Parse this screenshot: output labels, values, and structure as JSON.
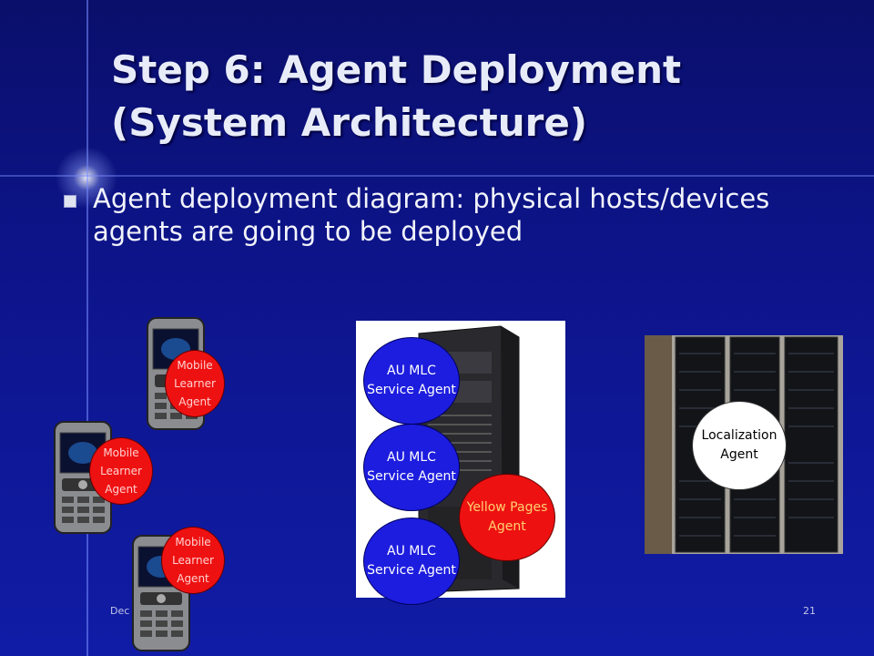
{
  "slide": {
    "title_line1": "Step 6: Agent Deployment",
    "title_line2": "(System Architecture)",
    "bullet": "Agent deployment diagram: physical hosts/devices agents are going to be deployed",
    "footer_date": "Dec",
    "page_number": "21"
  },
  "diagram": {
    "mobile_agents": [
      {
        "label": "Mobile Learner Agent"
      },
      {
        "label": "Mobile Learner Agent"
      },
      {
        "label": "Mobile Learner Agent"
      }
    ],
    "service_agents": [
      {
        "label": "AU MLC Service Agent"
      },
      {
        "label": "AU MLC Service Agent"
      },
      {
        "label": "AU MLC Service Agent"
      }
    ],
    "yellow_pages": {
      "label": "Yellow Pages Agent"
    },
    "localization": {
      "label": "Localization Agent"
    },
    "colors": {
      "background": "#0d148a",
      "agent_red": "#ee1111",
      "agent_blue": "#1d1ddf",
      "yellow_text": "#ffd070"
    }
  }
}
